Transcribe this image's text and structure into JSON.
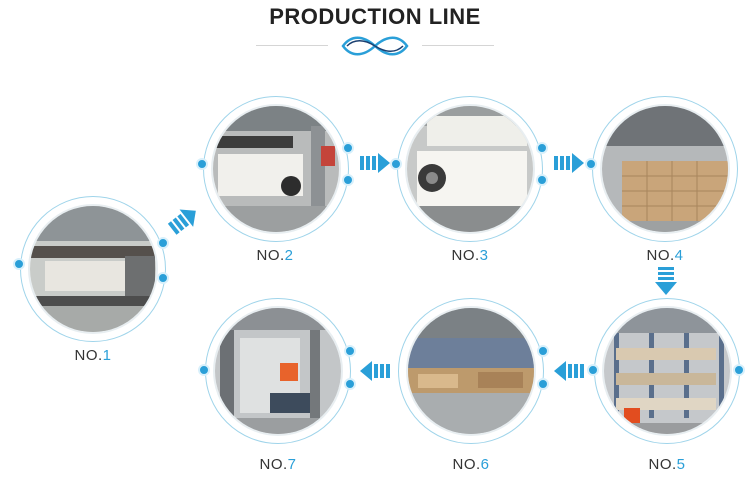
{
  "header": {
    "title": "PRODUCTION LINE"
  },
  "steps": [
    {
      "prefix": "NO.",
      "num": "1"
    },
    {
      "prefix": "NO.",
      "num": "2"
    },
    {
      "prefix": "NO.",
      "num": "3"
    },
    {
      "prefix": "NO.",
      "num": "4"
    },
    {
      "prefix": "NO.",
      "num": "5"
    },
    {
      "prefix": "NO.",
      "num": "6"
    },
    {
      "prefix": "NO.",
      "num": "7"
    }
  ],
  "colors": {
    "accent": "#2a9fd8",
    "ring": "#9fd4ea",
    "text": "#333333"
  }
}
